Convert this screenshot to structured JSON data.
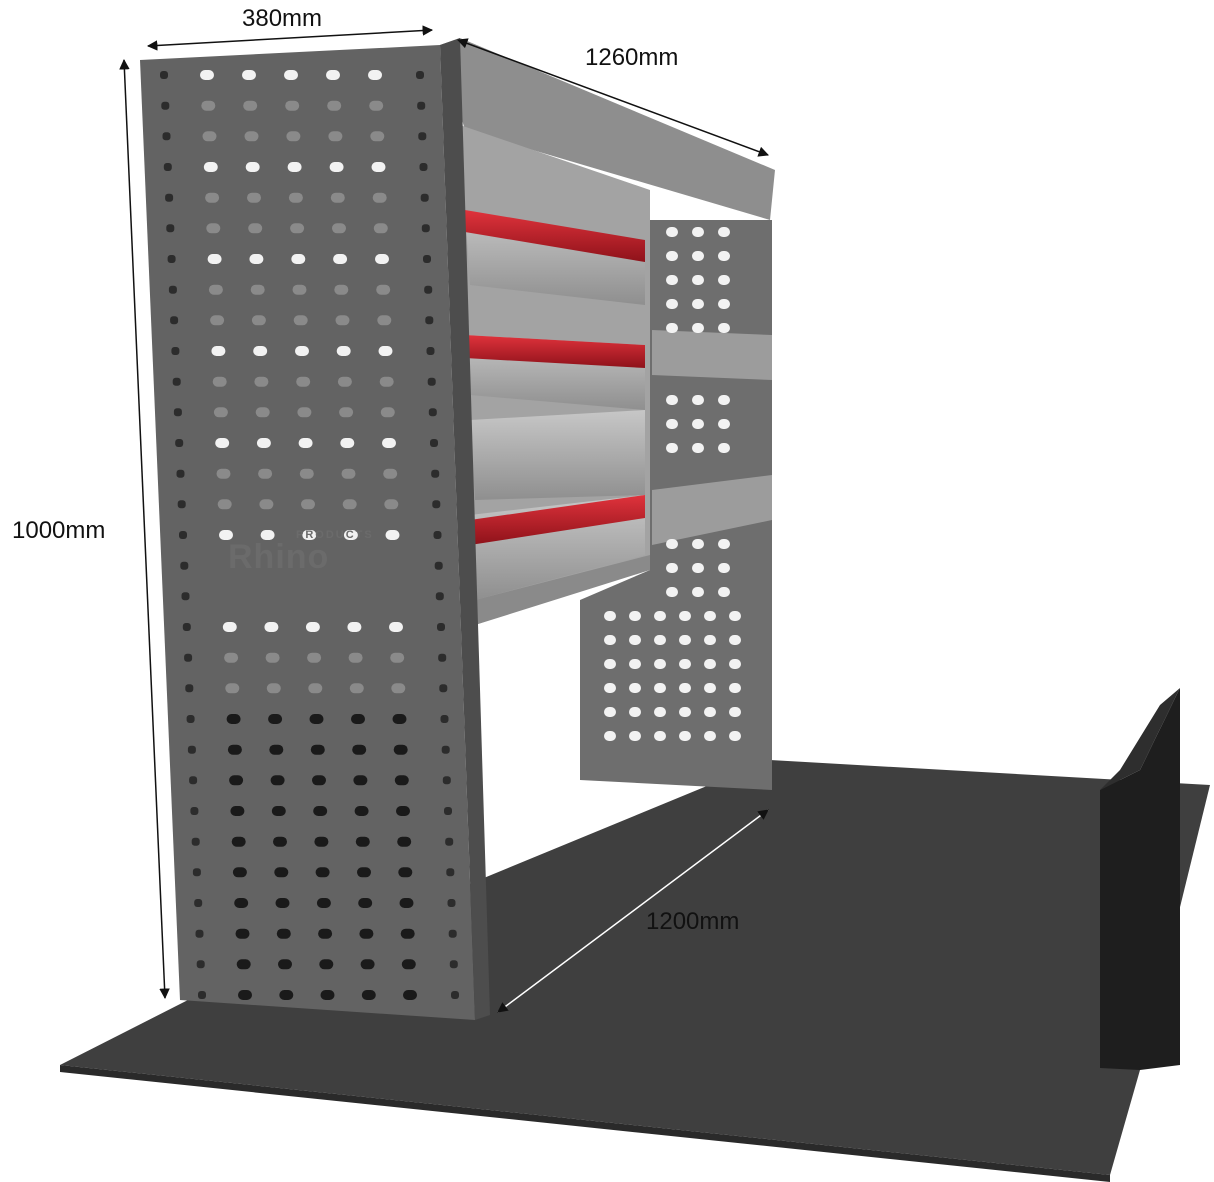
{
  "dimensions": {
    "depth": "380mm",
    "length": "1260mm",
    "height": "1000mm",
    "floor_depth": "1200mm"
  },
  "logo": {
    "brand": "Rhino",
    "sub": "PRODUCTS"
  },
  "colors": {
    "side_panel": "#636363",
    "shelf_grey": "#a6a6a6",
    "drawer_red": "#c0202a",
    "floor": "#3d3d3d",
    "bulkhead": "#1c1c1c"
  }
}
